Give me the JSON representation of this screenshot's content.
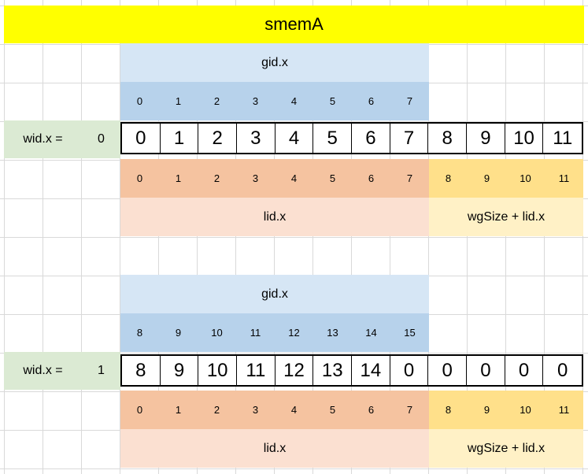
{
  "title": "smemA",
  "blocks": [
    {
      "gid_label": "gid.x",
      "gid_values": [
        "0",
        "1",
        "2",
        "3",
        "4",
        "5",
        "6",
        "7"
      ],
      "wid_label": "wid.x =",
      "wid_value": "0",
      "smem_values": [
        "0",
        "1",
        "2",
        "3",
        "4",
        "5",
        "6",
        "7",
        "8",
        "9",
        "10",
        "11"
      ],
      "lid_values": [
        "0",
        "1",
        "2",
        "3",
        "4",
        "5",
        "6",
        "7"
      ],
      "wg_values": [
        "8",
        "9",
        "10",
        "11"
      ],
      "lid_label": "lid.x",
      "wg_label": "wgSize + lid.x"
    },
    {
      "gid_label": "gid.x",
      "gid_values": [
        "8",
        "9",
        "10",
        "11",
        "12",
        "13",
        "14",
        "15"
      ],
      "wid_label": "wid.x =",
      "wid_value": "1",
      "smem_values": [
        "8",
        "9",
        "10",
        "11",
        "12",
        "13",
        "14",
        "0",
        "0",
        "0",
        "0",
        "0"
      ],
      "lid_values": [
        "0",
        "1",
        "2",
        "3",
        "4",
        "5",
        "6",
        "7"
      ],
      "wg_values": [
        "8",
        "9",
        "10",
        "11"
      ],
      "lid_label": "lid.x",
      "wg_label": "wgSize + lid.x"
    }
  ],
  "colors": {
    "title_bg": "#ffff00",
    "gid_label_bg": "#d6e6f5",
    "gid_values_bg": "#b7d2eb",
    "lid_values_bg": "#f5c3a0",
    "lid_label_bg": "#fbe0d1",
    "wg_values_bg": "#ffe08a",
    "wg_label_bg": "#fff1c6",
    "wid_bg": "#dbead3"
  }
}
